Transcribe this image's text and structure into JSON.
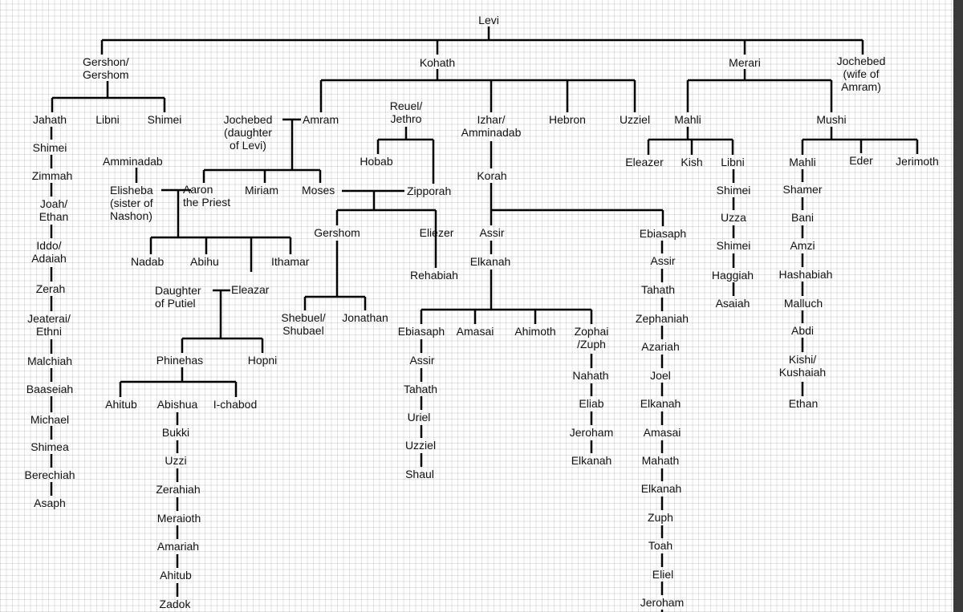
{
  "names": {
    "levi": "Levi",
    "gershon": "Gershon/\nGershom",
    "kohath": "Kohath",
    "merari": "Merari",
    "jochebed_wife": "Jochebed\n(wife of\nAmram)",
    "jahath": "Jahath",
    "libni_g": "Libni",
    "shimei_g": "Shimei",
    "shimei_j": "Shimei",
    "zimmah": "Zimmah",
    "joah": "Joah/\nEthan",
    "iddo": "Iddo/\nAdaiah",
    "zerah": "Zerah",
    "jeaterai": "Jeaterai/\nEthni",
    "malchiah": "Malchiah",
    "baaseiah": "Baaseiah",
    "michael": "Michael",
    "shimea": "Shimea",
    "berechiah": "Berechiah",
    "asaph": "Asaph",
    "jochebed_dau": "Jochebed\n(daughter\nof Levi)",
    "amram": "Amram",
    "aminadab": "Amminadab",
    "elisheba": "Elisheba\n(sister of\nNashon)",
    "aaron": "Aaron\nthe Priest",
    "miriam": "Miriam",
    "moses": "Moses",
    "nadab": "Nadab",
    "abihu": "Abihu",
    "ithamar": "Ithamar",
    "daughter_putiel": "Daughter\nof Putiel",
    "eleazar": "Eleazar",
    "phinehas": "Phinehas",
    "hopni": "Hopni",
    "ahitub1": "Ahitub",
    "abishua": "Abishua",
    "ichabod": "I-chabod",
    "bukki": "Bukki",
    "uzzi": "Uzzi",
    "zerahiah": "Zerahiah",
    "meraioth": "Meraioth",
    "amariah": "Amariah",
    "ahitub2": "Ahitub",
    "zadok": "Zadok",
    "reuel": "Reuel/\nJethro",
    "hobab": "Hobab",
    "zipporah": "Zipporah",
    "gershom_m": "Gershom",
    "eliezer": "Eliezer",
    "rehabiah": "Rehabiah",
    "shebuel": "Shebuel/\nShubael",
    "jonathan": "Jonathan",
    "izhar": "Izhar/\nAmminadab",
    "hebron": "Hebron",
    "uzziel": "Uzziel",
    "korah": "Korah",
    "assir_k": "Assir",
    "elkanah_k": "Elkanah",
    "ebiasaph_k": "Ebiasaph",
    "amasai_k": "Amasai",
    "ahimoth": "Ahimoth",
    "zophai": "Zophai\n/Zuph",
    "assir2": "Assir",
    "tahath2": "Tahath",
    "uriel": "Uriel",
    "uzziel2": "Uzziel",
    "shaul": "Shaul",
    "nahath": "Nahath",
    "eliab": "Eliab",
    "jeroham_z": "Jeroham",
    "elkanah_z": "Elkanah",
    "ebiasaph_r": "Ebiasaph",
    "assir_r": "Assir",
    "tahath_r": "Tahath",
    "zephaniah": "Zephaniah",
    "azariah": "Azariah",
    "joel": "Joel",
    "elkanah_r1": "Elkanah",
    "amasai_r": "Amasai",
    "mahath": "Mahath",
    "elkanah_r2": "Elkanah",
    "zuph": "Zuph",
    "toah": "Toah",
    "eliel": "Eliel",
    "jeroham_r": "Jeroham",
    "mahli": "Mahli",
    "mushi": "Mushi",
    "eleazer_m": "Eleazer",
    "kish": "Kish",
    "libni_m": "Libni",
    "shimei_m1": "Shimei",
    "uzza": "Uzza",
    "shimei_m2": "Shimei",
    "haggiah": "Haggiah",
    "asaiah": "Asaiah",
    "mahli2": "Mahli",
    "eder": "Eder",
    "jerimoth": "Jerimoth",
    "shamer": "Shamer",
    "bani": "Bani",
    "amzi": "Amzi",
    "hashabiah": "Hashabiah",
    "malluch": "Malluch",
    "abdi": "Abdi",
    "kishi": "Kishi/\nKushaiah",
    "ethan_m": "Ethan"
  }
}
